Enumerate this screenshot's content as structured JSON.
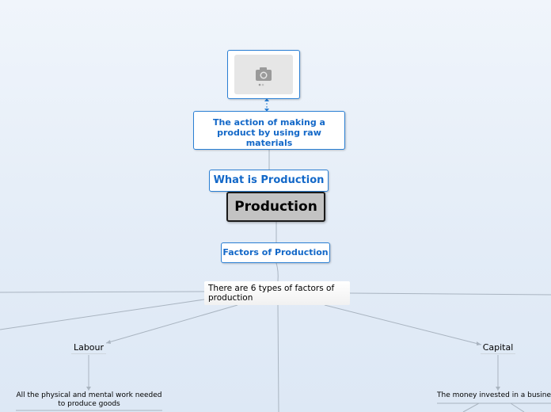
{
  "map": {
    "image_node": {
      "icon": "camera-icon"
    },
    "definition": "The action of making a product by using raw materials",
    "question": "What is Production",
    "central": "Production",
    "factors": "Factors of Production",
    "types": "There are 6 types of factors of production",
    "labour": {
      "title": "Labour",
      "description": "All the physical and mental work needed to produce goods"
    },
    "capital": {
      "title": "Capital",
      "description": "The money invested in a business"
    }
  },
  "colors": {
    "accent_blue": "#1368c8",
    "connector": "#a9b4c0",
    "central_fill": "#c3c3c3"
  }
}
